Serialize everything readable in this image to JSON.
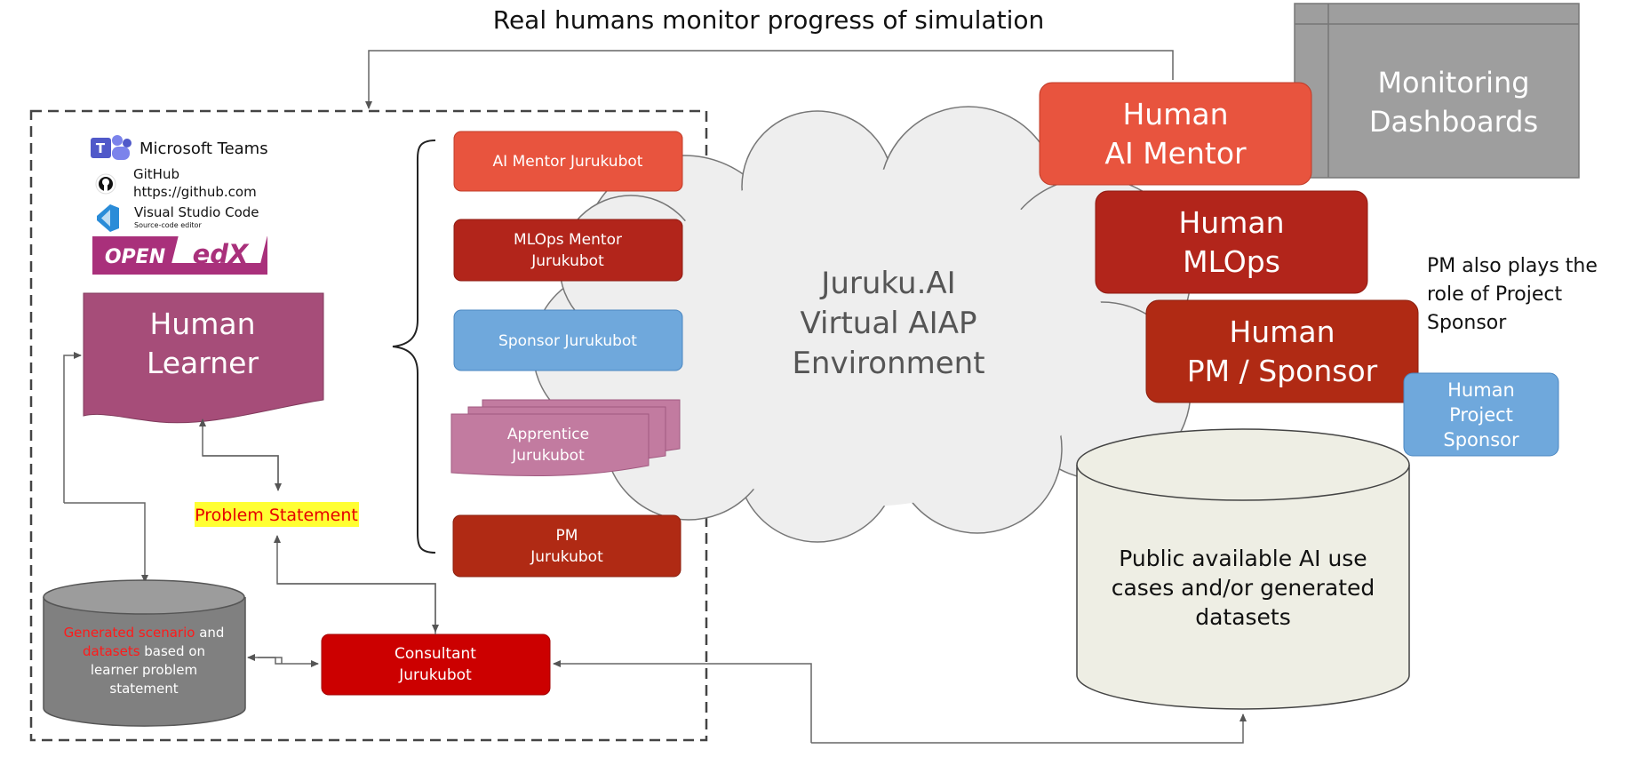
{
  "top_caption": "Real humans monitor progress of simulation",
  "monitoring": {
    "line1": "Monitoring",
    "line2": "Dashboards"
  },
  "cloud": {
    "line1": "Juruku.AI",
    "line2": "Virtual AIAP",
    "line3": "Environment"
  },
  "tools": {
    "teams": "Microsoft Teams",
    "github_name": "GitHub",
    "github_url": "https://github.com",
    "vscode_name": "Visual Studio Code",
    "vscode_sub": "Source-code editor",
    "openedx_open": "OPEN",
    "openedx_edx": "edX"
  },
  "learner": {
    "line1": "Human",
    "line2": "Learner"
  },
  "problem_statement": "Problem Statement",
  "bots": {
    "ai_mentor": "AI Mentor Jurukubot",
    "mlops_1": "MLOps Mentor",
    "mlops_2": "Jurukubot",
    "sponsor": "Sponsor Jurukubot",
    "apprentice_1": "Apprentice",
    "apprentice_2": "Jurukubot",
    "pm_1": "PM",
    "pm_2": "Jurukubot",
    "consultant_1": "Consultant",
    "consultant_2": "Jurukubot"
  },
  "scenario_db": {
    "l1_red": "Generated scenario",
    "l1_white": " and",
    "l2_red": "datasets",
    "l2_white": " based on",
    "l3": "learner problem",
    "l4": "statement"
  },
  "humans": {
    "ai_mentor_1": "Human",
    "ai_mentor_2": "AI Mentor",
    "mlops_1": "Human",
    "mlops_2": "MLOps",
    "pm_1": "Human",
    "pm_2": "PM / Sponsor",
    "project_sponsor_1": "Human",
    "project_sponsor_2": "Project",
    "project_sponsor_3": "Sponsor"
  },
  "pm_note": {
    "line1": "PM also plays the",
    "line2": "role of Project",
    "line3": "Sponsor"
  },
  "public_db": {
    "line1": "Public available AI use",
    "line2": "cases and/or generated",
    "line3": "datasets"
  },
  "colors": {
    "orange_red": "#e8543e",
    "dark_red": "#b2251b",
    "red": "#b02a14",
    "blue": "#6fa8dc",
    "pink": "#c27ba0",
    "plum": "#a64d79",
    "consultant_red": "#cc0000",
    "grey_db": "#808080",
    "cream_db": "#eeeee4",
    "dashboard_grey": "#9e9e9e",
    "highlight": "#ffff33",
    "highlight_text": "#e60000"
  }
}
